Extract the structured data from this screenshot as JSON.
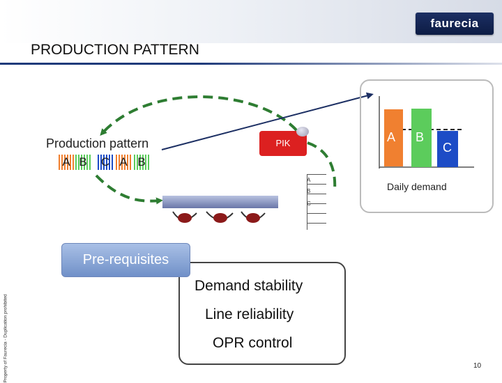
{
  "header": {
    "logo_text": "faurecia",
    "title": "PRODUCTION PATTERN"
  },
  "side_note": "Property of Faurecia - Duplication prohibited",
  "production": {
    "label": "Production pattern",
    "sequence": [
      "A",
      "B",
      "C",
      "A",
      "B"
    ],
    "cell_colors": [
      "#f08030",
      "#5ccc5c",
      "#1d4cc6",
      "#f08030",
      "#5ccc5c"
    ]
  },
  "pik": {
    "label": "PIK"
  },
  "rack": {
    "letters": [
      "A",
      "B",
      "C"
    ]
  },
  "daily_demand": {
    "label": "Daily demand",
    "bars": [
      {
        "letter": "A",
        "color": "#f08030"
      },
      {
        "letter": "B",
        "color": "#5ccc5c"
      },
      {
        "letter": "C",
        "color": "#1d4cc6"
      }
    ]
  },
  "prerequisites": {
    "title": "Pre-requisites",
    "items": [
      "Demand stability",
      "Line reliability",
      "OPR control"
    ]
  },
  "page_number": "10",
  "colors": {
    "brand_navy": "#1c2f63",
    "arrow_green": "#2e7d32",
    "pik_red": "#dc2020"
  }
}
